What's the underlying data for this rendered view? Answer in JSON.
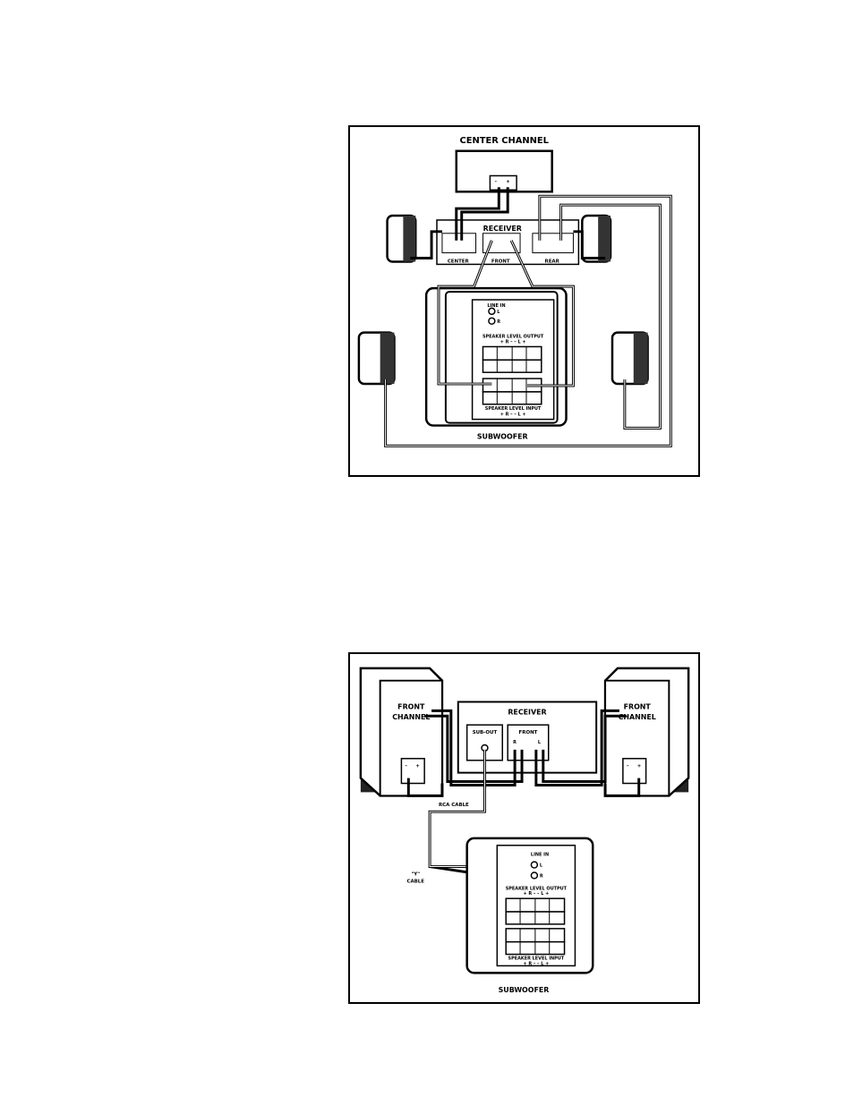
{
  "diagram1": {
    "center_channel": "CENTER CHANNEL",
    "receiver": "RECEIVER",
    "center": "CENTER",
    "front": "FRONT",
    "rear": "REAR",
    "line_in": "LINE IN",
    "l": "L",
    "r": "R",
    "speaker_level_output": "SPEAKER LEVEL OUTPUT",
    "speaker_level_input": "SPEAKER LEVEL INPUT",
    "polarity_row": "+ R –   – L +",
    "subwoofer": "SUBWOOFER",
    "minus": "–",
    "plus": "+"
  },
  "diagram2": {
    "front_channel": "FRONT",
    "front_channel_2": "CHANNEL",
    "receiver": "RECEIVER",
    "sub_out": "SUB-OUT",
    "front": "FRONT",
    "rca_cable": "RCA CABLE",
    "y_cable_1": "\"Y\"",
    "y_cable_2": "CABLE",
    "line_in": "LINE IN",
    "l": "L",
    "r": "R",
    "speaker_level_output": "SPEAKER LEVEL OUTPUT",
    "speaker_level_input": "SPEAKER LEVEL INPUT",
    "polarity_row": "+ R –   – L +",
    "subwoofer": "SUBWOOFER",
    "minus": "–",
    "plus": "+"
  }
}
